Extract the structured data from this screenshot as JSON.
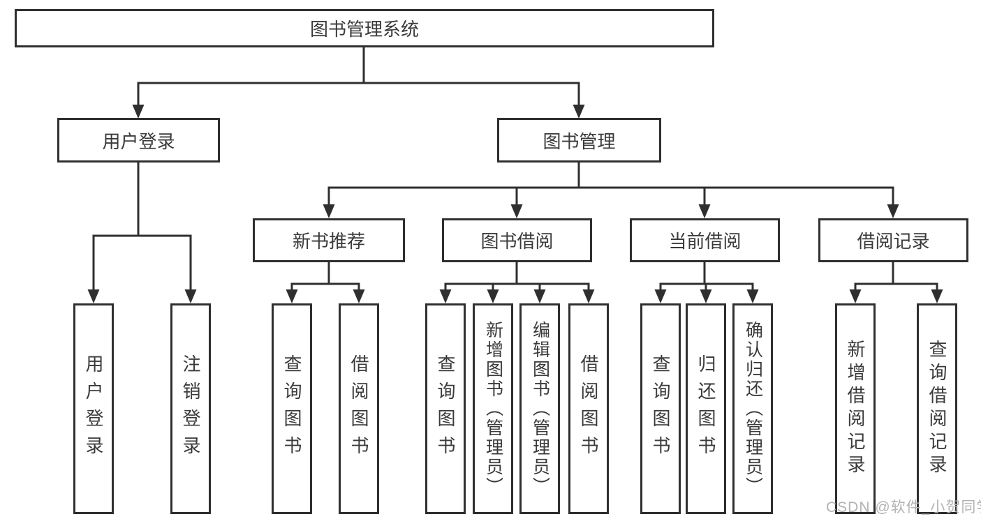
{
  "diagram": {
    "root": "图书管理系统",
    "level2": {
      "user_login": "用户登录",
      "book_mgmt": "图书管理"
    },
    "level3": [
      "新书推荐",
      "图书借阅",
      "当前借阅",
      "借阅记录"
    ],
    "leaves": {
      "user": [
        "用户登录",
        "注销登录"
      ],
      "recommend": [
        "查询图书",
        "借阅图书"
      ],
      "borrow": [
        "查询图书",
        "新增图书（管理员）",
        "编辑图书（管理员）",
        "借阅图书"
      ],
      "current": [
        "查询图书",
        "归还图书",
        "确认归还（管理员）"
      ],
      "records": [
        "新增借阅记录",
        "查询借阅记录"
      ]
    }
  },
  "watermark": "CSDN @软件_小贺同学",
  "colors": {
    "line": "#2f2f2f",
    "text": "#3a3a3a",
    "watermark": "#b3b3b3",
    "background": "#ffffff"
  }
}
